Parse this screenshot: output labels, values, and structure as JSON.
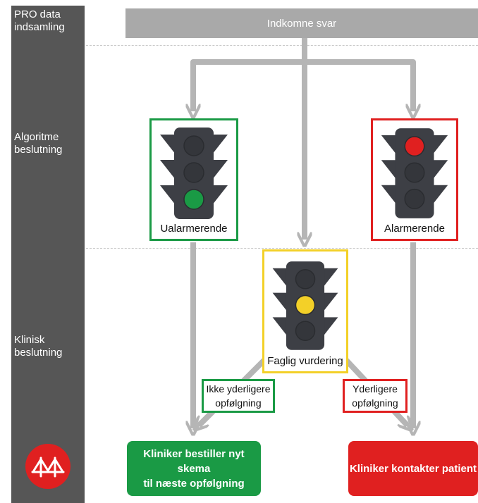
{
  "stages": {
    "collection": "PRO data\nindsamling",
    "algorithm": "Algoritme\nbeslutning",
    "clinical": "Klinisk\nbeslutning"
  },
  "header": {
    "title": "Indkomne svar"
  },
  "lights": {
    "green": {
      "label": "Ualarmerende",
      "color": "#1a9a45"
    },
    "red": {
      "label": "Alarmerende",
      "color": "#e02020"
    },
    "yellow": {
      "label": "Faglig vurdering",
      "color": "#f3d028"
    }
  },
  "decisions": {
    "no_followup": {
      "line1": "Ikke yderligere",
      "line2": "opfølgning",
      "color": "#1a9a45"
    },
    "followup": {
      "line1": "Yderligere",
      "line2": "opfølgning",
      "color": "#e02020"
    }
  },
  "outcomes": {
    "green": {
      "line1": "Kliniker bestiller nyt skema",
      "line2": "til næste opfølgning",
      "color": "#1a9a45"
    },
    "red": {
      "line1": "Kliniker kontakter patient",
      "color": "#e02020"
    }
  },
  "colors": {
    "band": "#565656",
    "arrow": "#b5b5b5",
    "traffic_light": "#3d3f45",
    "header": "#a9a9a9"
  },
  "icons": {
    "logo": "bridge-logo-icon",
    "traffic_light": "traffic-light-icon"
  }
}
